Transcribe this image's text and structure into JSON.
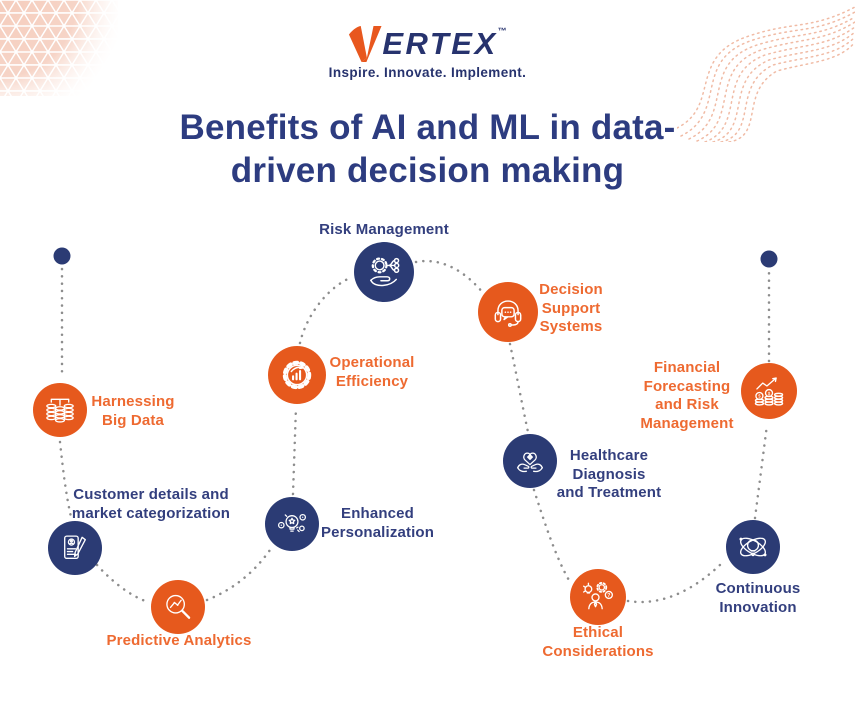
{
  "brand": {
    "logo_v": "V",
    "logo_rest": "ERTEX",
    "trademark": "™",
    "tagline": "Inspire. Innovate. Implement."
  },
  "title": "Benefits of AI and ML in data-\ndriven decision making",
  "colors": {
    "orange": "#E6591D",
    "navy": "#2B3B74",
    "orange_text": "#EE6A31",
    "navy_text": "#333F7E",
    "title": "#2D3C80",
    "navy_dark": "#27336E",
    "path_dots": "#8D8D8D",
    "triangle_pattern": "#F5CDBD",
    "swirl_dots": "#EFB49C"
  },
  "nodes": [
    {
      "label": "Harnessing\nBig Data",
      "color": "orange",
      "icon": "database-stack-icon"
    },
    {
      "label": "Customer details and\nmarket categorization",
      "color": "navy",
      "icon": "document-pencil-icon"
    },
    {
      "label": "Predictive Analytics",
      "color": "orange",
      "icon": "magnifier-trend-icon"
    },
    {
      "label": "Enhanced\nPersonalization",
      "color": "navy",
      "icon": "personalization-bulb-icon"
    },
    {
      "label": "Operational\nEfficiency",
      "color": "orange",
      "icon": "gear-chart-icon"
    },
    {
      "label": "Risk Management",
      "color": "navy",
      "icon": "hand-gear-network-icon"
    },
    {
      "label": "Decision\nSupport\nSystems",
      "color": "orange",
      "icon": "headset-chat-icon"
    },
    {
      "label": "Healthcare\nDiagnosis\nand Treatment",
      "color": "navy",
      "icon": "hands-heart-icon"
    },
    {
      "label": "Ethical\nConsiderations",
      "color": "orange",
      "icon": "person-ethics-icon"
    },
    {
      "label": "Continuous\nInnovation",
      "color": "navy",
      "icon": "bulb-orbit-icon"
    },
    {
      "label": "Financial\nForecasting\nand Risk\nManagement",
      "color": "orange",
      "icon": "coins-growth-icon"
    }
  ]
}
